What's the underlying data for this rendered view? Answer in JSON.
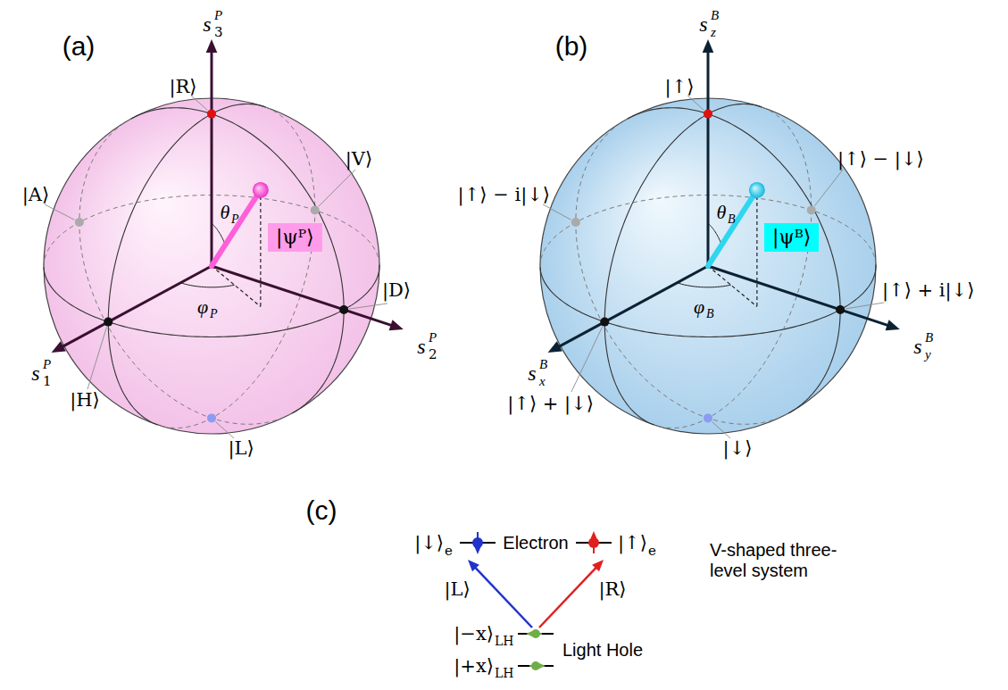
{
  "diagram": {
    "nodes": [
      {
        "text": [
          "|ψᴾ⟩"
        ]
      },
      {
        "text": [
          "|ψᴮ⟩"
        ]
      }
    ],
    "labels": [
      "(a)",
      "(b)",
      "(c)",
      "s",
      "3",
      "P",
      "|R⟩",
      "|V⟩",
      "|A⟩",
      "θ",
      "P",
      "φ",
      "P",
      "s",
      "2",
      "P",
      "|D⟩",
      "s",
      "1",
      "P",
      "|H⟩",
      "|L⟩",
      "s",
      "z",
      "B",
      "|↑⟩",
      "|↑⟩ − |↓⟩",
      "|↑⟩ − i|↓⟩",
      "θ",
      "B",
      "φ",
      "B",
      "s",
      "y",
      "B",
      "|↑⟩ + i|↓⟩",
      "s",
      "x",
      "B",
      "|↑⟩ + |↓⟩",
      "|↓⟩",
      "|↓⟩",
      "e",
      "Electron",
      "|↑⟩",
      "e",
      "|L⟩",
      "|R⟩",
      "|−x⟩",
      "LH",
      "Light Hole",
      "|+x⟩",
      "LH",
      "V-shaped three- level system"
    ]
  }
}
